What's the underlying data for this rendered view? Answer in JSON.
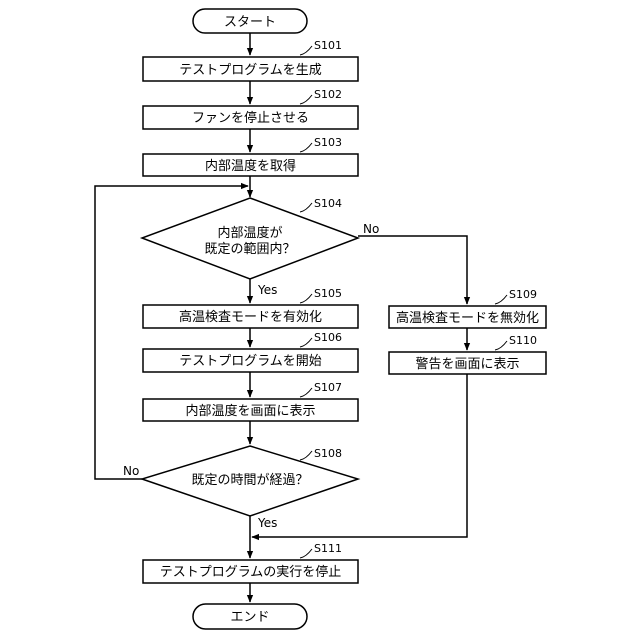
{
  "nodes": {
    "start": {
      "label": "スタート"
    },
    "s101": {
      "label": "テストプログラムを生成",
      "step": "S101"
    },
    "s102": {
      "label": "ファンを停止させる",
      "step": "S102"
    },
    "s103": {
      "label": "内部温度を取得",
      "step": "S103"
    },
    "s104": {
      "label_line1": "内部温度が",
      "label_line2": "既定の範囲内？",
      "step": "S104"
    },
    "s105": {
      "label": "高温検査モードを有効化",
      "step": "S105"
    },
    "s106": {
      "label": "テストプログラムを開始",
      "step": "S106"
    },
    "s107": {
      "label": "内部温度を画面に表示",
      "step": "S107"
    },
    "s108": {
      "label": "既定の時間が経過？",
      "step": "S108"
    },
    "s109": {
      "label": "高温検査モードを無効化",
      "step": "S109"
    },
    "s110": {
      "label": "警告を画面に表示",
      "step": "S110"
    },
    "s111": {
      "label": "テストプログラムの実行を停止",
      "step": "S111"
    },
    "end": {
      "label": "エンド"
    }
  },
  "branches": {
    "s104_yes": "Yes",
    "s104_no": "No",
    "s108_yes": "Yes",
    "s108_no": "No"
  }
}
